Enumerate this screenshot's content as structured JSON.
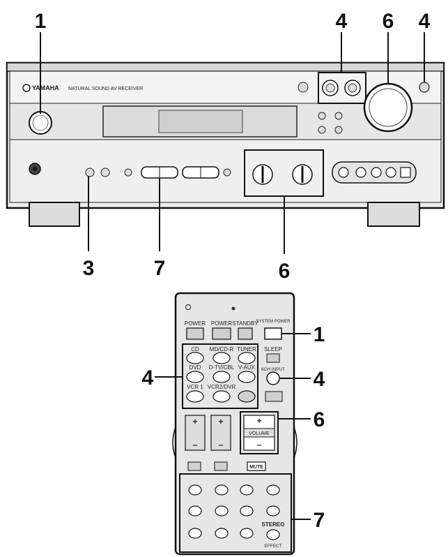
{
  "receiver": {
    "brand": "YAMAHA",
    "model_text": "NATURAL SOUND AV RECEIVER"
  },
  "callouts": {
    "top_1": "1",
    "top_4a": "4",
    "top_6": "6",
    "top_4b": "4",
    "bottom_3": "3",
    "bottom_7": "7",
    "bottom_6": "6",
    "remote_1": "1",
    "remote_4_left": "4",
    "remote_4_right": "4",
    "remote_6": "6",
    "remote_7": "7"
  },
  "remote": {
    "power_labels": [
      "POWER",
      "POWER",
      "STANDBY"
    ],
    "system_power": "SYSTEM POWER",
    "inputs": [
      "CD",
      "MD/CD-R",
      "TUNER",
      "DVD",
      "D-TV/CBL",
      "V-AUX",
      "VCR 1",
      "VCR2/DVR"
    ],
    "sleep": "SLEEP",
    "six_ch_input": "6CH INPUT",
    "volume": "VOLUME",
    "mute": "MUTE",
    "stereo": "STEREO",
    "effect": "EFFECT",
    "plus": "+",
    "minus": "–"
  }
}
